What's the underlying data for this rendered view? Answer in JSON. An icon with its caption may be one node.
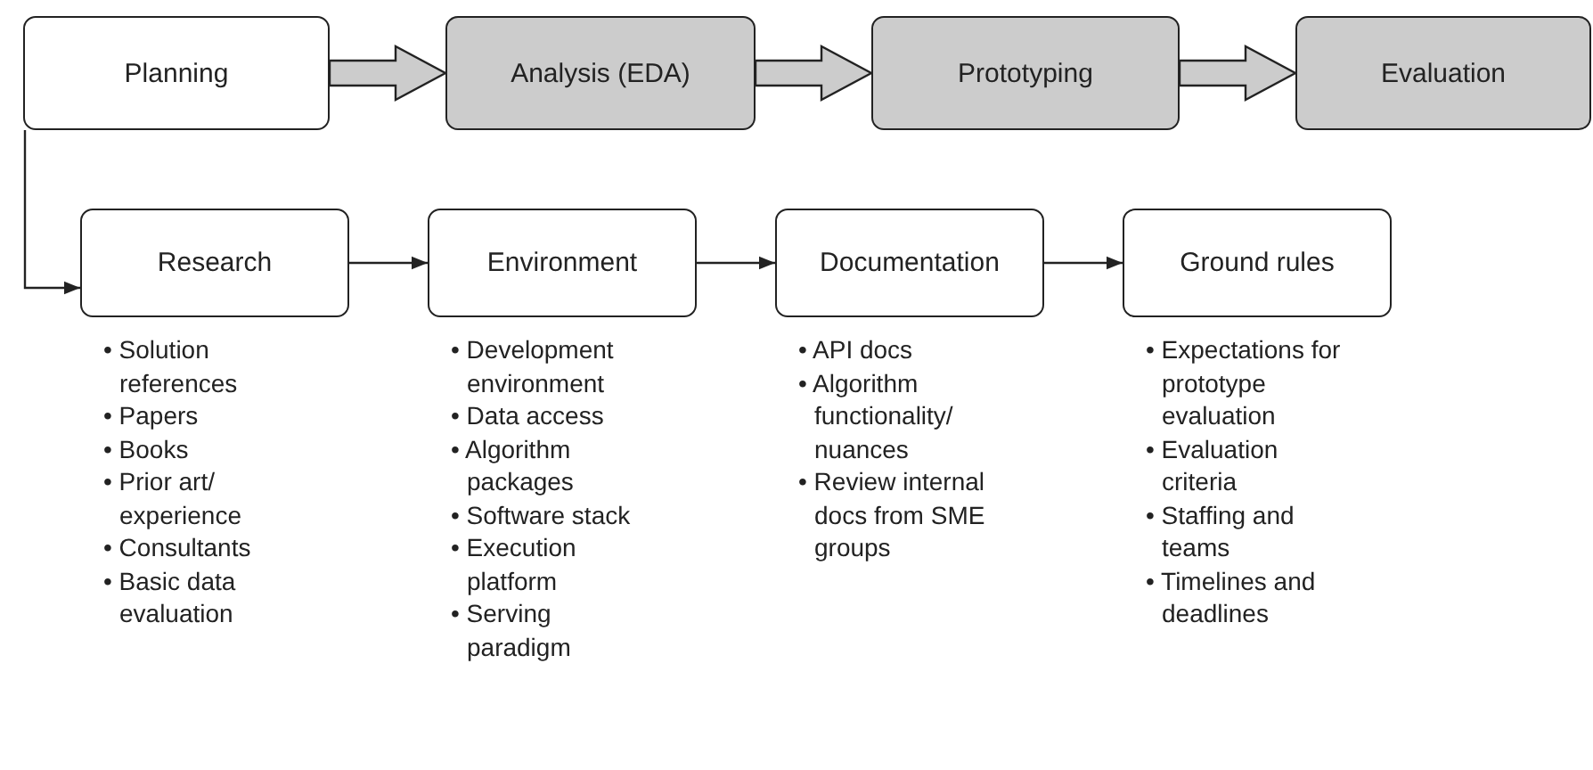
{
  "diagram": {
    "nodes": [
      {
        "text": [
          "Planning"
        ]
      },
      {
        "text": [
          "Analysis (EDA)"
        ]
      },
      {
        "text": [
          "Prototyping"
        ]
      },
      {
        "text": [
          "Evaluation"
        ]
      },
      {
        "text": [
          "Research"
        ],
        "beside": [
          "• Solution references",
          "• Papers",
          "• Books",
          "• Prior art/ experience",
          "• Consultants",
          "• Basic data evaluation"
        ]
      },
      {
        "text": [
          "Environment"
        ],
        "beside": [
          "• Development environment",
          "• Data access",
          "• Algorithm packages",
          "• Software stack",
          "• Execution platform",
          "• Serving paradigm"
        ]
      },
      {
        "text": [
          "Documentation"
        ],
        "beside": [
          "• API docs",
          "• Algorithm functionality/ nuances",
          "• Review internal docs from SME groups"
        ]
      },
      {
        "text": [
          "Ground rules"
        ],
        "beside": [
          "• Expectations for prototype evaluation",
          "• Evaluation criteria",
          "• Staffing and teams",
          "• Timelines and deadlines"
        ]
      }
    ],
    "edges": [
      {
        "from": 0,
        "to": 1,
        "arrow": "to",
        "style": "thick"
      },
      {
        "from": 1,
        "to": 2,
        "arrow": "to",
        "style": "thick"
      },
      {
        "from": 2,
        "to": 3,
        "arrow": "to",
        "style": "thick"
      },
      {
        "from": 0,
        "to": 4,
        "arrow": "to"
      },
      {
        "from": 4,
        "to": 5,
        "arrow": "to"
      },
      {
        "from": 5,
        "to": 6,
        "arrow": "to"
      },
      {
        "from": 6,
        "to": 7,
        "arrow": "to"
      }
    ]
  }
}
